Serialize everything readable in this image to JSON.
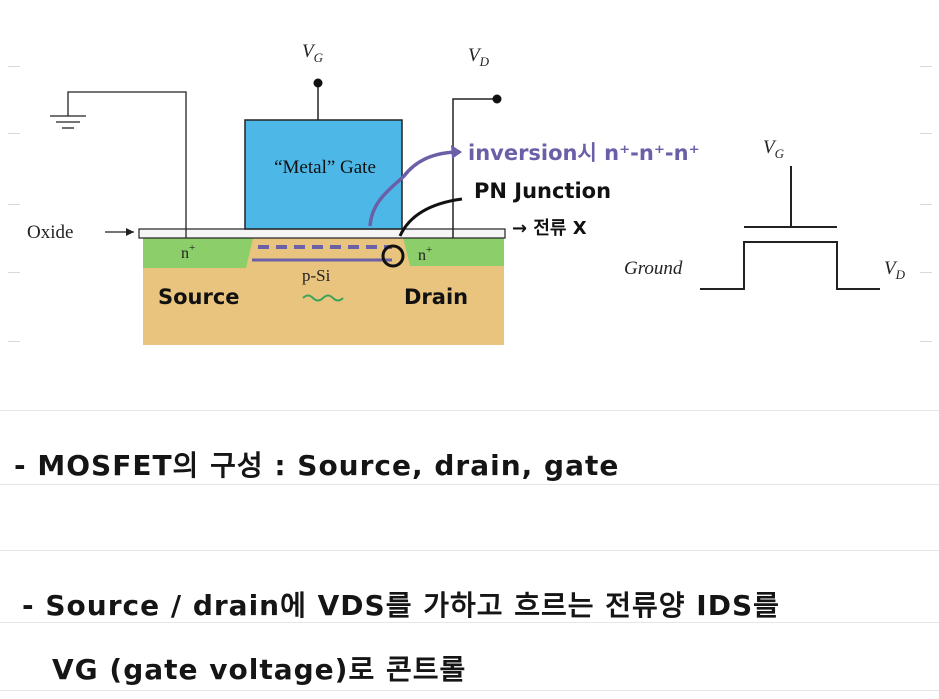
{
  "diagram": {
    "vg_label_main": "V",
    "vg_sub": "G",
    "vd_label_main": "V",
    "vd_sub": "D",
    "gate_text": "“Metal” Gate",
    "oxide_text": "Oxide",
    "n_plus_left": "n",
    "n_plus_right": "n",
    "sup_plus": "+",
    "psi_text": "p-Si",
    "source_text": "Source",
    "drain_text": "Drain",
    "annotation_inversion": "inversion시 n⁺-n⁺-n⁺",
    "annotation_pn": "PN Junction",
    "annotation_current": "→ 전류 X",
    "symbol_vg_main": "V",
    "symbol_vg_sub": "G",
    "symbol_ground": "Ground",
    "symbol_vd_main": "V",
    "symbol_vd_sub": "D",
    "colors": {
      "gate": "#4db8e8",
      "substrate": "#e8c47e",
      "n_region": "#8ccf6a",
      "oxide": "#f4f4f4",
      "ink_purple": "#6b5fa8",
      "ink_black": "#111111"
    }
  },
  "notes": {
    "line1": "- MOSFET의 구성 : Source, drain, gate",
    "line2": "- Source / drain에 VDS를 가하고 흐르는 전류양 IDS를",
    "line3": "VG (gate voltage)로 콘트롤"
  }
}
